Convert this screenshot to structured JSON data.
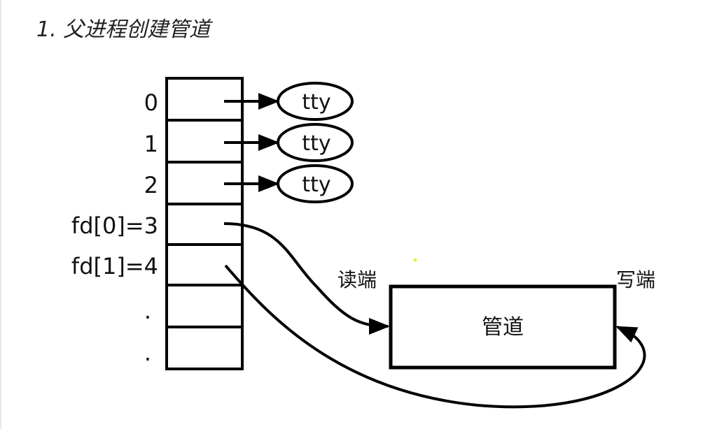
{
  "title": "1. 父进程创建管道",
  "fd_table": {
    "rows": [
      {
        "label": "0",
        "target": "tty"
      },
      {
        "label": "1",
        "target": "tty"
      },
      {
        "label": "2",
        "target": "tty"
      },
      {
        "label": "fd[0]=3",
        "target": "pipe-read"
      },
      {
        "label": "fd[1]=4",
        "target": "pipe-write"
      },
      {
        "label": ".",
        "target": ""
      },
      {
        "label": ".",
        "target": ""
      }
    ]
  },
  "pipe": {
    "label": "管道",
    "read_end_label": "读端",
    "write_end_label": "写端"
  },
  "colors": {
    "stroke": "#000000",
    "background": "#ffffff"
  }
}
